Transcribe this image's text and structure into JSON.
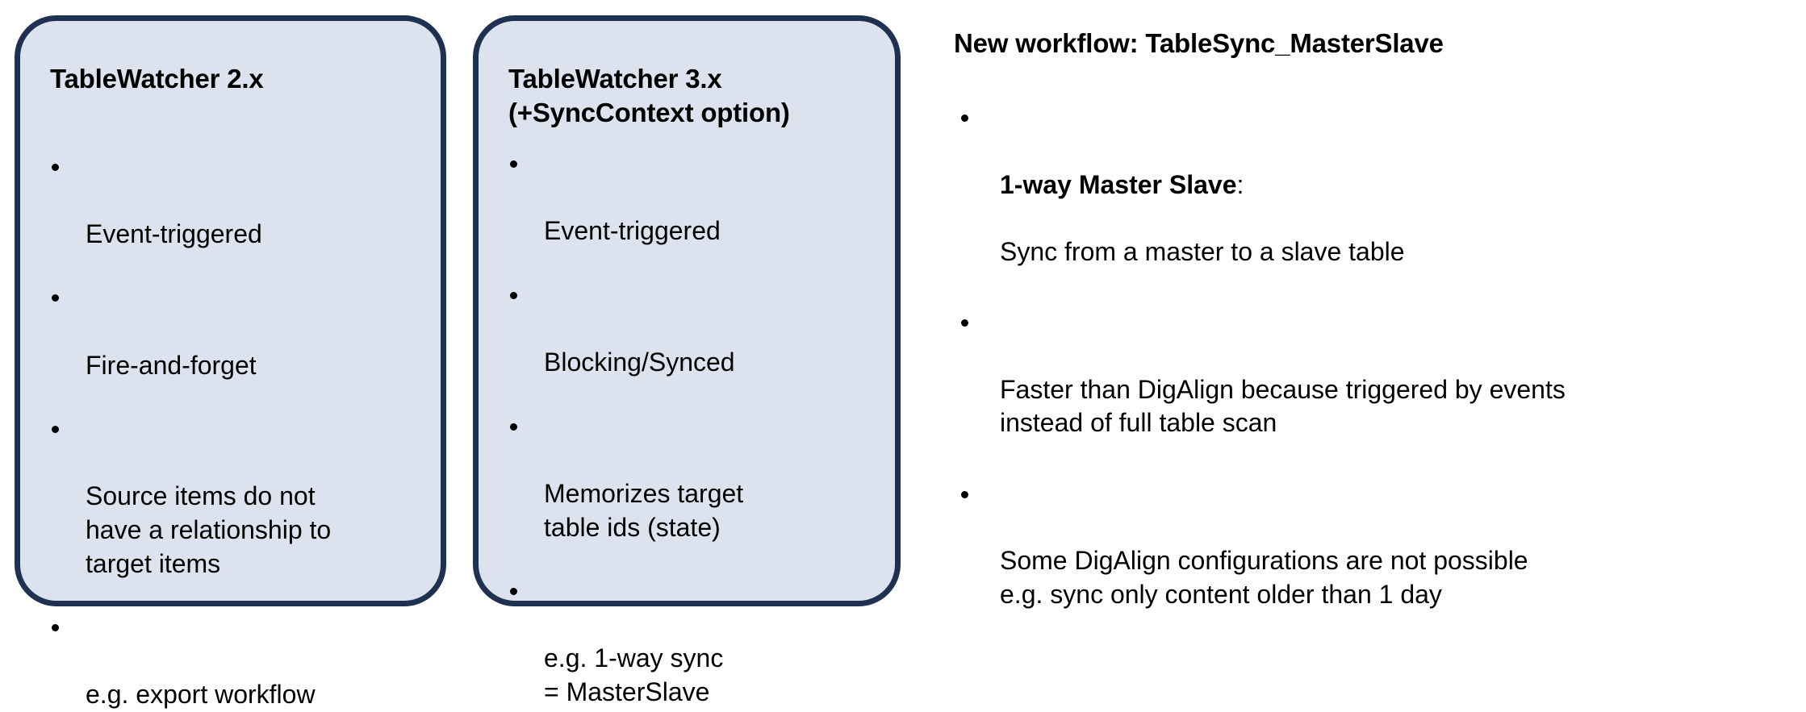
{
  "slide": {
    "background_color": "#ffffff",
    "card_fill_color": "#dce3ef",
    "card_border_color": "#1f3150",
    "text_color": "#000000"
  },
  "cards": [
    {
      "id": "tablewatcher-2x",
      "title": "TableWatcher 2.x",
      "bullets": [
        "Event-triggered",
        "Fire-and-forget",
        "Source items do not\nhave a relationship to\ntarget items",
        "e.g. export workflow"
      ]
    },
    {
      "id": "tablewatcher-3x",
      "title": "TableWatcher 3.x\n(+SyncContext option)",
      "bullets": [
        "Event-triggered",
        "Blocking/Synced",
        "Memorizes target\ntable ids (state)",
        "e.g. 1-way sync\n= MasterSlave"
      ]
    }
  ],
  "notes": {
    "title": "New workflow: TableSync_MasterSlave",
    "bullets": [
      {
        "lead": "1-way Master Slave",
        "lead_suffix": ":",
        "body": "Sync from a master to a slave table"
      },
      {
        "lead": "",
        "lead_suffix": "",
        "body": "Faster than DigAlign because triggered by events\ninstead of full table scan"
      },
      {
        "lead": "",
        "lead_suffix": "",
        "body": "Some DigAlign configurations are not possible\ne.g. sync only content older than 1 day"
      }
    ]
  }
}
